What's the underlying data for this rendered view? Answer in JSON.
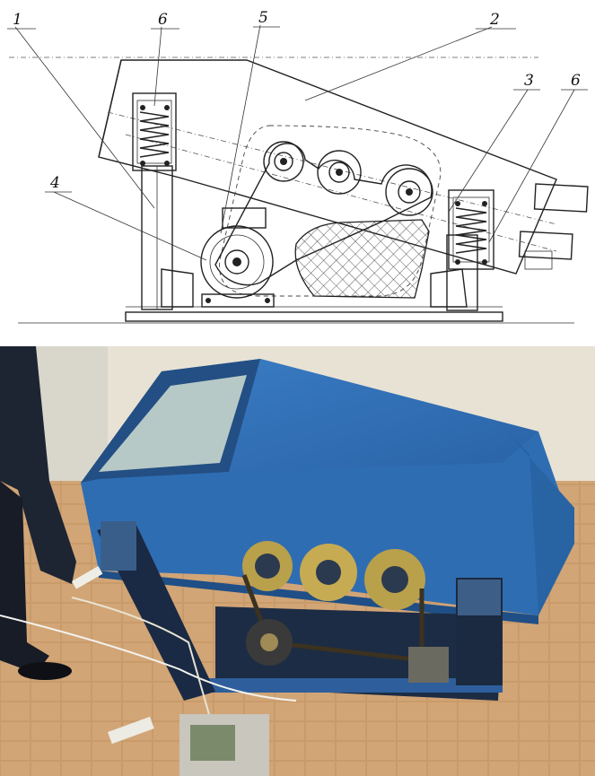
{
  "drawing": {
    "callouts": [
      {
        "id": "1",
        "text": "1"
      },
      {
        "id": "6a",
        "text": "6"
      },
      {
        "id": "5",
        "text": "5"
      },
      {
        "id": "2",
        "text": "2"
      },
      {
        "id": "3",
        "text": "3"
      },
      {
        "id": "6b",
        "text": "6"
      },
      {
        "id": "4",
        "text": "4"
      }
    ]
  },
  "photo": {
    "colors": {
      "machine_blue": "#2f6db3",
      "machine_blue_dark": "#1f4f86",
      "frame_dark": "#1c2c44",
      "floor_tile": "#c89a6c",
      "wall": "#e9e4d8",
      "belt_gear": "#b9a04a"
    }
  }
}
